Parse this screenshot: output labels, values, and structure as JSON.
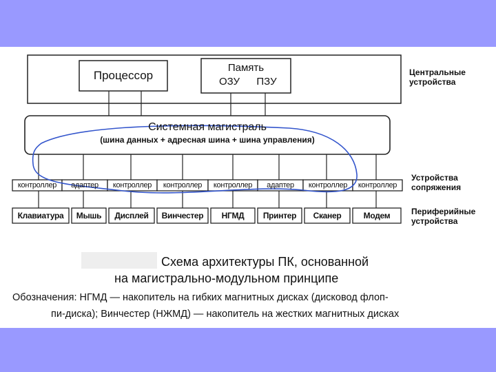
{
  "diagram": {
    "processor": "Процессор",
    "memory": {
      "title": "Память",
      "ram": "ОЗУ",
      "rom": "ПЗУ"
    },
    "bus": {
      "title": "Системная магистраль",
      "subtitle": "(шина данных + адресная шина + шина управления)"
    },
    "side_labels": {
      "central_line1": "Центральные",
      "central_line2": "устройства",
      "interface_line1": "Устройства",
      "interface_line2": "сопряжения",
      "peripheral_line1": "Периферийные",
      "peripheral_line2": "устройства"
    },
    "interface_devices": [
      "контроллер",
      "адаптер",
      "контроллер",
      "контроллер",
      "контроллер",
      "адаптер",
      "контроллер",
      "контроллер"
    ],
    "peripheral_devices": [
      "Клавиатура",
      "Мышь",
      "Дисплей",
      "Винчестер",
      "НГМД",
      "Принтер",
      "Сканер",
      "Модем"
    ],
    "highlight_color": "#3355cc"
  },
  "caption": {
    "title_line1": "Схема архитектуры ПК, основанной",
    "title_line2": "на магистрально-модульном принципе",
    "legend_line1": "Обозначения: НГМД — накопитель на гибких магнитных дисках (дисковод флоп-",
    "legend_line2": "пи-диска); Винчестер (НЖМД) — накопитель на жестких магнитных дисках"
  }
}
